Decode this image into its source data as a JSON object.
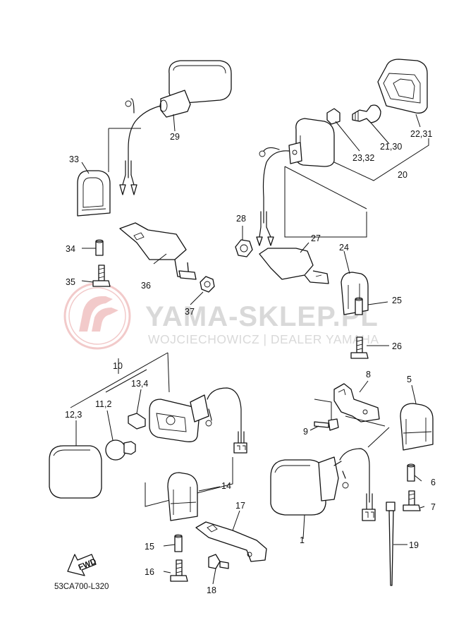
{
  "diagram_code": "53CA700-L320",
  "fwd_label": "FWD",
  "watermark": {
    "title": "YAMA-SKLEP.PL",
    "subtitle": "WOJCIECHOWICZ | DEALER YAMAHA",
    "color": "#e8a0a0"
  },
  "callouts": [
    {
      "id": "c29",
      "text": "29"
    },
    {
      "id": "c33",
      "text": "33"
    },
    {
      "id": "c34",
      "text": "34"
    },
    {
      "id": "c35",
      "text": "35"
    },
    {
      "id": "c36",
      "text": "36"
    },
    {
      "id": "c37",
      "text": "37"
    },
    {
      "id": "c28",
      "text": "28"
    },
    {
      "id": "c27",
      "text": "27"
    },
    {
      "id": "c24",
      "text": "24"
    },
    {
      "id": "c25",
      "text": "25"
    },
    {
      "id": "c26",
      "text": "26"
    },
    {
      "id": "c23_32",
      "text": "23,32"
    },
    {
      "id": "c21_30",
      "text": "21,30"
    },
    {
      "id": "c22_31",
      "text": "22,31"
    },
    {
      "id": "c20",
      "text": "20"
    },
    {
      "id": "c10",
      "text": "10"
    },
    {
      "id": "c13_4",
      "text": "13,4"
    },
    {
      "id": "c11_2",
      "text": "11,2"
    },
    {
      "id": "c12_3",
      "text": "12,3"
    },
    {
      "id": "c14",
      "text": "14"
    },
    {
      "id": "c15",
      "text": "15"
    },
    {
      "id": "c16",
      "text": "16"
    },
    {
      "id": "c17",
      "text": "17"
    },
    {
      "id": "c18",
      "text": "18"
    },
    {
      "id": "c8",
      "text": "8"
    },
    {
      "id": "c9",
      "text": "9"
    },
    {
      "id": "c5",
      "text": "5"
    },
    {
      "id": "c6",
      "text": "6"
    },
    {
      "id": "c7",
      "text": "7"
    },
    {
      "id": "c1",
      "text": "1"
    },
    {
      "id": "c19",
      "text": "19"
    }
  ]
}
